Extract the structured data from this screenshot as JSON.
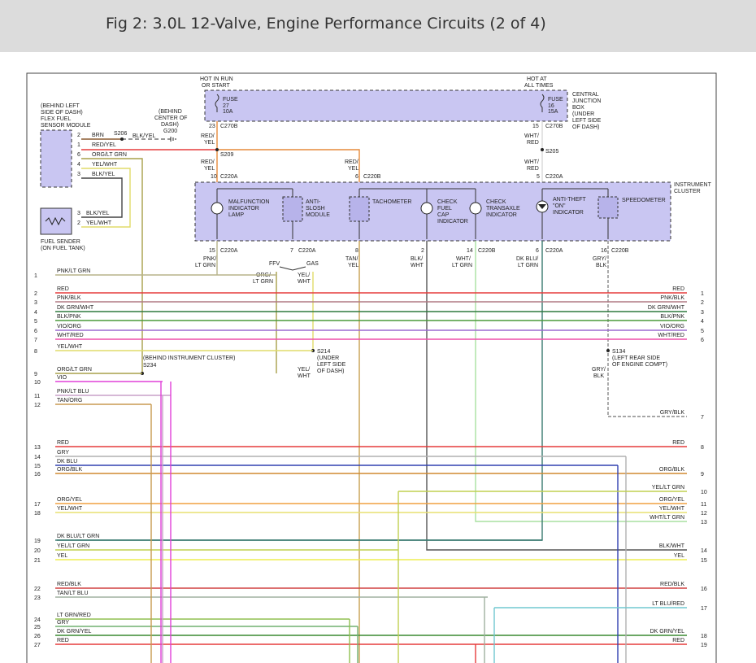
{
  "title": "Fig 2: 3.0L 12-Valve, Engine Performance Circuits (2 of 4)",
  "top_labels": {
    "hot_run": [
      "HOT IN RUN",
      "OR START"
    ],
    "hot_all": [
      "HOT AT",
      "ALL TIMES"
    ],
    "cjb": [
      "CENTRAL",
      "JUNCTION",
      "BOX",
      "(UNDER",
      "LEFT SIDE",
      "OF DASH)"
    ],
    "fuse27": [
      "FUSE",
      "27",
      "10A"
    ],
    "fuse16": [
      "FUSE",
      "16",
      "15A"
    ],
    "pin23": "23",
    "c270b_l": "C270B",
    "pin15": "15",
    "c270b_r": "C270B",
    "red_yel1": [
      "RED/",
      "YEL"
    ],
    "wht_red1": [
      "WHT/",
      "RED"
    ],
    "s209": "S209",
    "s205": "S205",
    "red_yel2": [
      "RED/",
      "YEL"
    ],
    "red_yel3": [
      "RED/",
      "YEL"
    ],
    "wht_red2": [
      "WHT/",
      "RED"
    ]
  },
  "left_module": {
    "location": [
      "(BEHIND LEFT",
      "SIDE OF DASH)"
    ],
    "name": [
      "FLEX FUEL",
      "SENSOR MODULE"
    ],
    "pins": [
      "2",
      "1",
      "6",
      "4",
      "3"
    ],
    "wires": [
      "BRN",
      "RED/YEL",
      "ORG/LT GRN",
      "YEL/WHT",
      "BLK/YEL"
    ],
    "s206": "S206",
    "blk_yel": "BLK/YEL",
    "ground": [
      "(BEHIND",
      "CENTER OF",
      "DASH)",
      "G200"
    ],
    "fuel_sender": [
      "FUEL SENDER",
      "(ON FUEL TANK)"
    ],
    "sender_pins": [
      "3",
      "2"
    ],
    "sender_wires": [
      "BLK/YEL",
      "YEL/WHT"
    ]
  },
  "cluster": {
    "name": [
      "INSTRUMENT",
      "CLUSTER"
    ],
    "top_pins": [
      {
        "pin": "10",
        "conn": "C220A"
      },
      {
        "pin": "6",
        "conn": "C220B"
      },
      {
        "pin": "5",
        "conn": "C220A"
      }
    ],
    "components": [
      [
        "MALFUNCTION",
        "INDICATOR",
        "LAMP"
      ],
      [
        "ANTI-",
        "SLOSH",
        "MODULE"
      ],
      [
        "TACHOMETER"
      ],
      [
        "CHECK",
        "FUEL",
        "CAP",
        "INDICATOR"
      ],
      [
        "CHECK",
        "TRANSAXLE",
        "INDICATOR"
      ],
      [
        "ANTI-THEFT",
        "\"ON\"",
        "INDICATOR"
      ],
      [
        "SPEEDOMETER"
      ]
    ],
    "bottom_pins": [
      {
        "pin": "15",
        "conn": "C220A"
      },
      {
        "pin": "7",
        "conn": "C220A"
      },
      {
        "pin": "8",
        "conn": ""
      },
      {
        "pin": "2",
        "conn": ""
      },
      {
        "pin": "14",
        "conn": "C220B"
      },
      {
        "pin": "6",
        "conn": "C220A"
      },
      {
        "pin": "16",
        "conn": "C220B"
      }
    ],
    "bottom_wires": [
      [
        "PNK/",
        "LT GRN"
      ],
      [
        "TAN/",
        "YEL"
      ],
      [
        "BLK/",
        "WHT"
      ],
      [
        "WHT/",
        "LT GRN"
      ],
      [
        "DK BLU/",
        "LT GRN"
      ],
      [
        "GRY/",
        "BLK"
      ]
    ],
    "ffv": "FFV",
    "gas": "GAS",
    "org_ltgrn": [
      "ORG/",
      "LT GRN"
    ],
    "yel_wht": [
      "YEL/",
      "WHT"
    ]
  },
  "splices": {
    "s214": [
      "S214",
      "(UNDER",
      "LEFT SIDE",
      "OF DASH)"
    ],
    "s214_wire": [
      "YEL/",
      "WHT"
    ],
    "s234": [
      "(BEHIND INSTRUMENT CLUSTER)",
      "S234"
    ],
    "s134": [
      "S134",
      "(LEFT REAR SIDE",
      "OF ENGINE COMPT)"
    ],
    "s134_wire": [
      "GRY/",
      "BLK"
    ]
  },
  "left_lines": [
    {
      "n": "1",
      "label": "PNK/LT GRN",
      "color": "#b7b38a"
    },
    {
      "n": "2",
      "label": "RED",
      "color": "#e63b3b"
    },
    {
      "n": "3",
      "label": "PNK/BLK",
      "color": "#b07a84"
    },
    {
      "n": "4",
      "label": "DK GRN/WHT",
      "color": "#2f7a3f"
    },
    {
      "n": "5",
      "label": "BLK/PNK",
      "color": "#4a9a3a"
    },
    {
      "n": "6",
      "label": "VIO/ORG",
      "color": "#9c6ad0"
    },
    {
      "n": "7",
      "label": "WHT/RED",
      "color": "#ee4fa8"
    },
    {
      "n": "8",
      "label": "YEL/WHT",
      "color": "#e0dc6a"
    },
    {
      "n": "9",
      "label": "ORG/LT GRN",
      "color": "#a8a04a"
    },
    {
      "n": "10",
      "label": "VIO",
      "color": "#e040d8"
    },
    {
      "n": "11",
      "label": "PNK/LT BLU",
      "color": "#c8a0c8"
    },
    {
      "n": "12",
      "label": "TAN/ORG",
      "color": "#c89a50"
    },
    {
      "n": "13",
      "label": "RED",
      "color": "#e63b3b"
    },
    {
      "n": "14",
      "label": "GRY",
      "color": "#b0b0b0"
    },
    {
      "n": "15",
      "label": "DK BLU",
      "color": "#3040b0"
    },
    {
      "n": "16",
      "label": "ORG/BLK",
      "color": "#d08a30"
    },
    {
      "n": "17",
      "label": "ORG/YEL",
      "color": "#f0a040"
    },
    {
      "n": "18",
      "label": "YEL/WHT",
      "color": "#e8e070"
    },
    {
      "n": "19",
      "label": "DK BLU/LT GRN",
      "color": "#3a7a70"
    },
    {
      "n": "20",
      "label": "YEL/LT GRN",
      "color": "#c0d050"
    },
    {
      "n": "21",
      "label": "YEL",
      "color": "#eeee50"
    },
    {
      "n": "22",
      "label": "RED/BLK",
      "color": "#d04040"
    },
    {
      "n": "23",
      "label": "TAN/LT BLU",
      "color": "#a0b0a0"
    },
    {
      "n": "24",
      "label": "LT GRN/RED",
      "color": "#90c050"
    },
    {
      "n": "25",
      "label": "GRY",
      "color": "#70b070"
    },
    {
      "n": "26",
      "label": "DK GRN/YEL",
      "color": "#3a8a30"
    },
    {
      "n": "27",
      "label": "RED",
      "color": "#e63b3b"
    }
  ],
  "right_lines": [
    {
      "n": "1",
      "label": "RED"
    },
    {
      "n": "2",
      "label": "PNK/BLK"
    },
    {
      "n": "3",
      "label": "DK GRN/WHT"
    },
    {
      "n": "4",
      "label": "BLK/PNK"
    },
    {
      "n": "5",
      "label": "VIO/ORG"
    },
    {
      "n": "6",
      "label": "WHT/RED"
    },
    {
      "n": "7",
      "label": "GRY/BLK"
    },
    {
      "n": "8",
      "label": "RED"
    },
    {
      "n": "9",
      "label": "ORG/BLK"
    },
    {
      "n": "10",
      "label": "YEL/LT GRN"
    },
    {
      "n": "11",
      "label": "ORG/YEL"
    },
    {
      "n": "12",
      "label": "YEL/WHT"
    },
    {
      "n": "13",
      "label": "WHT/LT GRN"
    },
    {
      "n": "14",
      "label": "BLK/WHT"
    },
    {
      "n": "15",
      "label": "YEL"
    },
    {
      "n": "16",
      "label": "RED/BLK"
    },
    {
      "n": "17",
      "label": "LT BLU/RED"
    },
    {
      "n": "18",
      "label": "DK GRN/YEL"
    },
    {
      "n": "19",
      "label": "RED"
    }
  ]
}
